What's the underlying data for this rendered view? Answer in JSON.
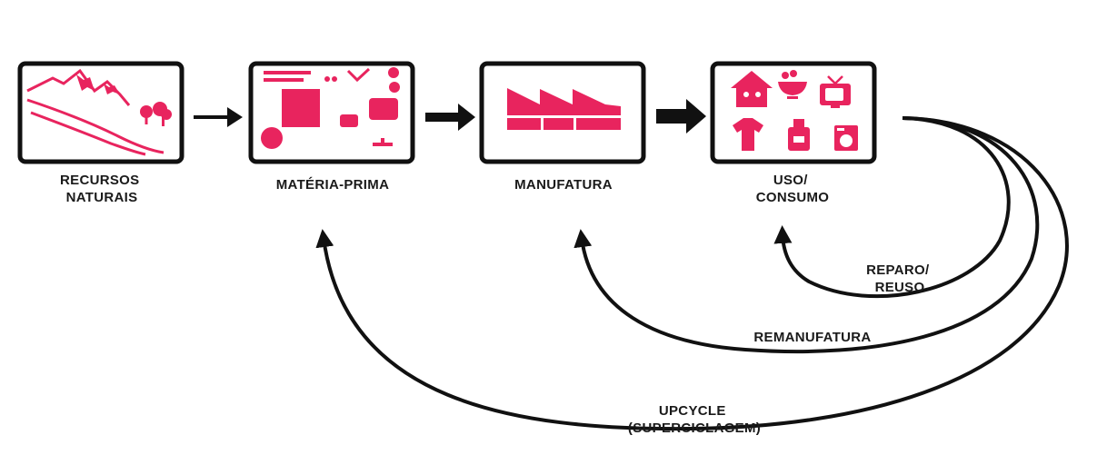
{
  "colors": {
    "accent": "#e8245e",
    "ink": "#111111",
    "background": "#ffffff"
  },
  "stages": [
    {
      "id": "recursos-naturais",
      "lines": [
        "RECURSOS",
        "NATURAIS"
      ],
      "icon": "mountains-trees-icon"
    },
    {
      "id": "materia-prima",
      "lines": [
        "MATÉRIA-PRIMA"
      ],
      "icon": "raw-material-shapes-icon"
    },
    {
      "id": "manufatura",
      "lines": [
        "MANUFATURA"
      ],
      "icon": "factory-icon"
    },
    {
      "id": "uso-consumo",
      "lines": [
        "USO/",
        "CONSUMO"
      ],
      "icon": "consumer-goods-icon"
    }
  ],
  "loops": [
    {
      "id": "reparo-reuso",
      "lines": [
        "REPARO/",
        "REUSO"
      ],
      "target": "uso-consumo"
    },
    {
      "id": "remanufatura",
      "lines": [
        "REMANUFATURA"
      ],
      "target": "manufatura"
    },
    {
      "id": "upcycle",
      "lines": [
        "UPCYCLE",
        "(SUPERCICLAGEM)"
      ],
      "target": "materia-prima"
    }
  ]
}
